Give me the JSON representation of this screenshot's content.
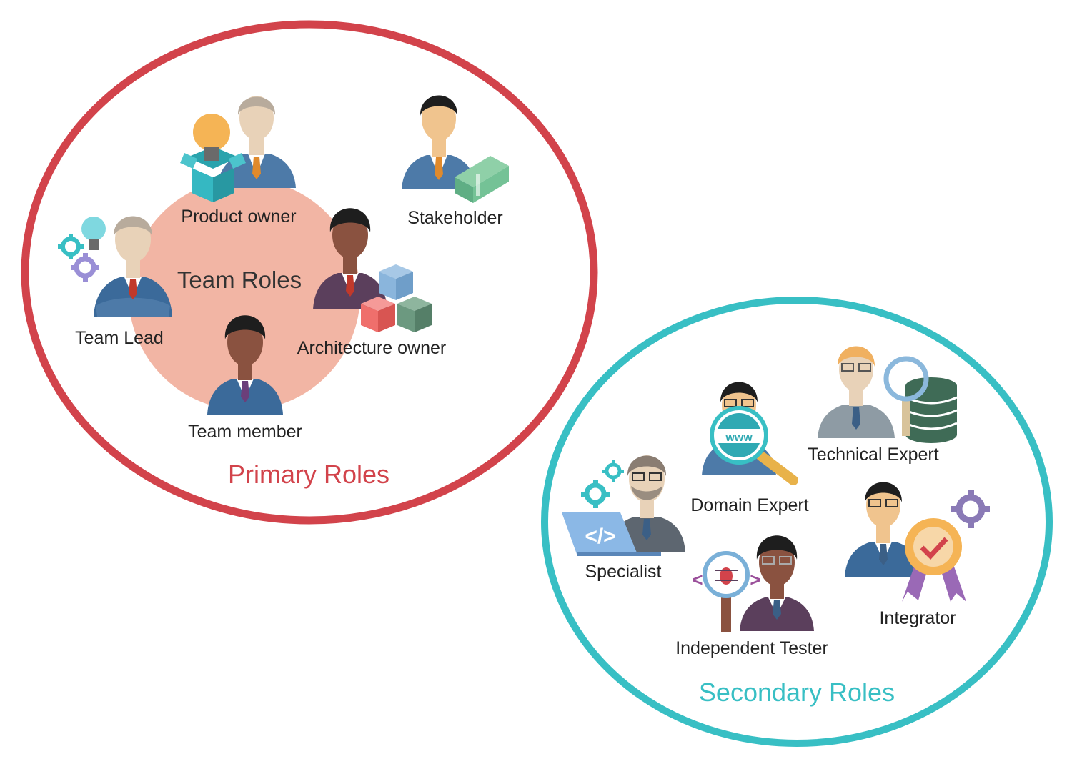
{
  "colors": {
    "primary_ring": "#d2434b",
    "secondary_ring": "#38bfc4",
    "team_circle": "#f2b5a4",
    "suit": "#4d7aa8",
    "suit_dark": "#3b5f86",
    "skin_light": "#e8d2b8",
    "skin_medium": "#f0c48e",
    "skin_dark": "#8a5240",
    "text": "#222222"
  },
  "primary": {
    "title": "Primary Roles",
    "center_label": "Team Roles",
    "roles": [
      {
        "id": "product-owner",
        "label": "Product owner",
        "icon": "person-lightbulb-box-icon"
      },
      {
        "id": "stakeholder",
        "label": "Stakeholder",
        "icon": "person-money-icon"
      },
      {
        "id": "team-lead",
        "label": "Team Lead",
        "icon": "person-gears-icon"
      },
      {
        "id": "architecture-owner",
        "label": "Architecture owner",
        "icon": "person-cubes-icon"
      },
      {
        "id": "team-member",
        "label": "Team member",
        "icon": "person-icon"
      }
    ]
  },
  "secondary": {
    "title": "Secondary Roles",
    "roles": [
      {
        "id": "domain-expert",
        "label": "Domain Expert",
        "icon": "person-www-magnifier-icon",
        "badge_text": "www"
      },
      {
        "id": "technical-expert",
        "label": "Technical Expert",
        "icon": "person-database-magnifier-icon"
      },
      {
        "id": "specialist",
        "label": "Specialist",
        "icon": "person-code-laptop-icon"
      },
      {
        "id": "integrator",
        "label": "Integrator",
        "icon": "person-award-gear-icon"
      },
      {
        "id": "independent-tester",
        "label": "Independent Tester",
        "icon": "person-bug-magnifier-icon"
      }
    ]
  }
}
